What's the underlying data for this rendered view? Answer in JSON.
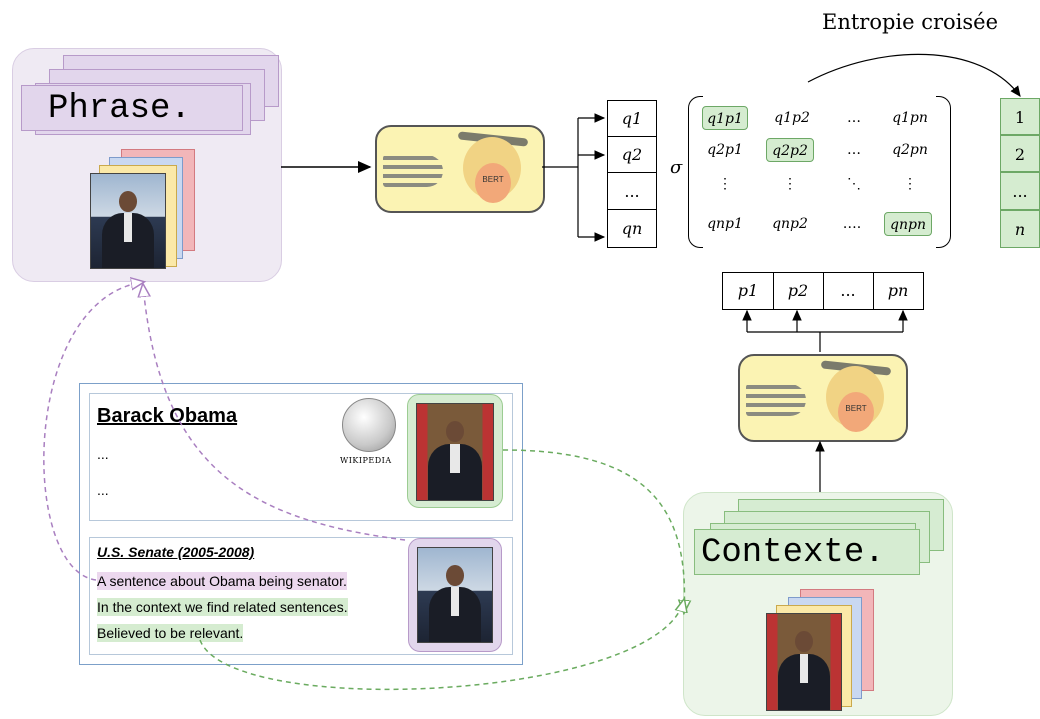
{
  "query_panel": {
    "card_text": "Phrase."
  },
  "context_panel": {
    "card_text": "Contexte."
  },
  "encoder": {
    "label": "BERT"
  },
  "loss": {
    "title": "Entropie croisée"
  },
  "query_vector": {
    "cells": [
      "q1",
      "q2",
      "...",
      "qn"
    ]
  },
  "context_vector": {
    "cells": [
      "p1",
      "p2",
      "...",
      "pn"
    ]
  },
  "labels_vector": {
    "cells": [
      "1",
      "2",
      "...",
      "n"
    ]
  },
  "sigma": "σ",
  "matrix": {
    "rows": [
      [
        "q1p1",
        "q1p2",
        "…",
        "q1pn"
      ],
      [
        "q2p1",
        "q2p2",
        "…",
        "q2pn"
      ],
      [
        "⋮",
        "⋮",
        "⋱",
        "⋮"
      ],
      [
        "qnp1",
        "qnp2",
        "….",
        "qnpn"
      ]
    ]
  },
  "document": {
    "title": "Barack Obama",
    "lines": [
      "...",
      "..."
    ],
    "wiki_label": "WIKIPEDIA",
    "section_title": "U.S. Senate (2005-2008)",
    "sentences": [
      "A sentence about Obama being senator.",
      "In the context we find related sentences.",
      "Believed to be relevant."
    ]
  },
  "colors": {
    "purple": "#a97fc0",
    "green": "#6aab5f",
    "doc_border": "#7ca0c9"
  }
}
